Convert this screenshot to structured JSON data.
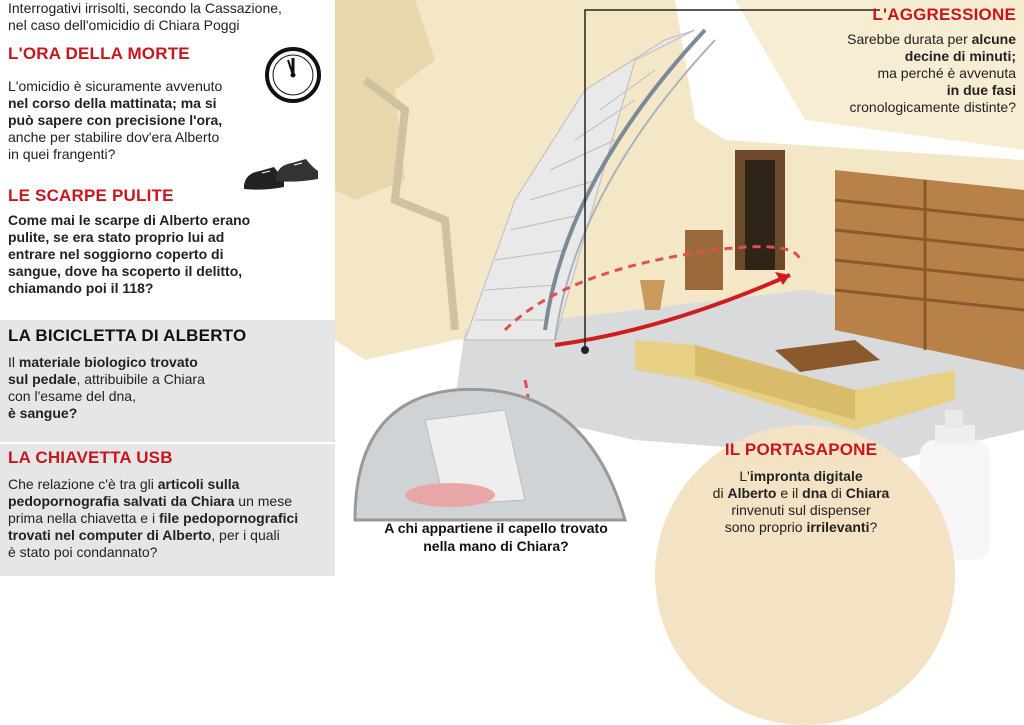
{
  "intro": {
    "line1": "Interrogativi irrisolti, secondo la Cassazione,",
    "line2": "nel caso dell'omicidio di Chiara Poggi"
  },
  "ora": {
    "title": "L'ORA DELLA MORTE",
    "l1": "L'omicidio è sicuramente avvenuto",
    "l2": "nel corso della mattinata; ma si",
    "l3": "può sapere con precisione l'ora,",
    "l4": "anche per stabilire dov'era Alberto",
    "l5": "in quei frangenti?"
  },
  "scarpe": {
    "title": "LE SCARPE PULITE",
    "l1": "Come mai le scarpe di Alberto erano",
    "l2": "pulite, se era stato proprio lui ad",
    "l3": "entrare nel soggiorno coperto di",
    "l4": "sangue, dove ha scoperto il delitto,",
    "l5": "chiamando poi il 118?"
  },
  "bici": {
    "title": "LA BICICLETTA DI ALBERTO",
    "l1a": "Il ",
    "l1b": "materiale biologico trovato",
    "l2": "sul pedale",
    "l2b": ", attribuibile a Chiara",
    "l3": "con l'esame del dna,",
    "l4": "è sangue?"
  },
  "usb": {
    "title": "LA CHIAVETTA USB",
    "l1a": "Che relazione c'è tra gli ",
    "l1b": "articoli sulla",
    "l2a": "pedopornografia salvati da Chiara",
    "l2b": " un mese",
    "l3a": "prima nella chiavetta e i ",
    "l3b": "file pedopornografici",
    "l4a": "trovati nel computer di Alberto",
    "l4b": ", per i quali",
    "l5": "è stato poi condannato?"
  },
  "aggressione": {
    "title": "L'AGGRESSIONE",
    "l1a": "Sarebbe durata per ",
    "l1b": "alcune",
    "l2": "decine di minuti;",
    "l3": "ma perché è avvenuta",
    "l4": "in due fasi",
    "l5": "cronologicamente distinte?"
  },
  "portasapone": {
    "title": "IL PORTASAPONE",
    "l1a": "L'",
    "l1b": "impronta digitale",
    "l2a": "di ",
    "l2b": "Alberto",
    "l2c": " e il ",
    "l2d": "dna",
    "l2e": " di ",
    "l2f": "Chiara",
    "l3": "rinvenuti sul dispenser",
    "l4a": "sono proprio ",
    "l4b": "irrilevanti",
    "l4c": "?"
  },
  "capello": {
    "l1": "A chi appartiene il capello trovato",
    "l2": "nella mano di Chiara?"
  },
  "colors": {
    "accent_red": "#c8161d",
    "gray_band": "#e6e6e6",
    "wall": "#f3e7c8"
  }
}
